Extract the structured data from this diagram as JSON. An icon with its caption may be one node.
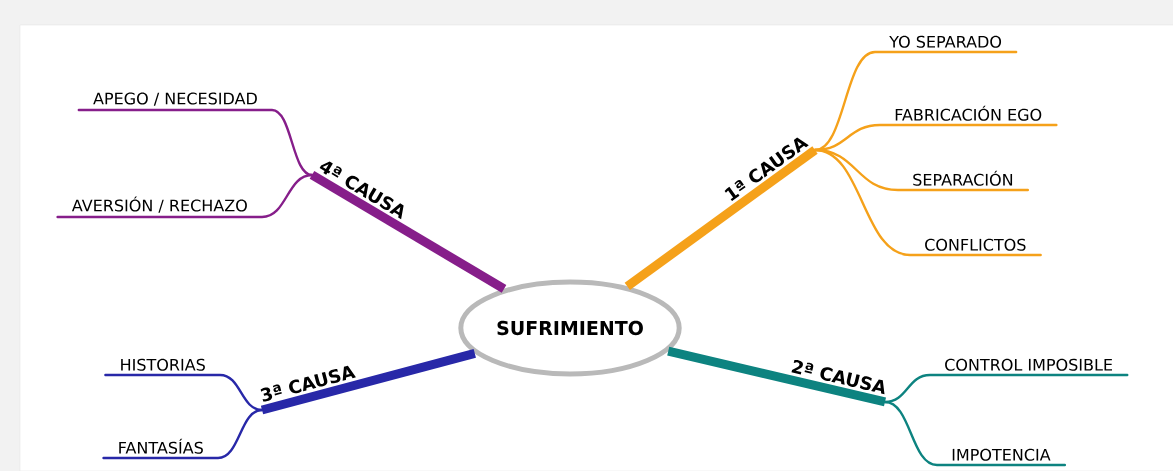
{
  "diagram": {
    "nodes": [
      {
        "text": [
          "SUFRIMIENTO"
        ]
      },
      {
        "text": [
          "4ª CAUSA"
        ]
      },
      {
        "text": [
          "APEGO / NECESIDAD"
        ]
      },
      {
        "text": [
          "AVERSIÓN / RECHAZO"
        ]
      },
      {
        "text": [
          "1ª CAUSA"
        ]
      },
      {
        "text": [
          "YO SEPARADO"
        ]
      },
      {
        "text": [
          "FABRICACIÓN EGO"
        ]
      },
      {
        "text": [
          "SEPARACIÓN"
        ]
      },
      {
        "text": [
          "CONFLICTOS"
        ]
      },
      {
        "text": [
          "3ª CAUSA"
        ]
      },
      {
        "text": [
          "HISTORIAS"
        ]
      },
      {
        "text": [
          "FANTASÍAS"
        ]
      },
      {
        "text": [
          "2ª CAUSA"
        ]
      },
      {
        "text": [
          "CONTROL IMPOSIBLE"
        ]
      },
      {
        "text": [
          "IMPOTENCIA"
        ]
      }
    ],
    "edges": [
      {
        "from": 0,
        "to": 1,
        "arrow": "none",
        "style": "thick",
        "color": "#861e8a"
      },
      {
        "from": 1,
        "to": 2,
        "arrow": "none",
        "color": "#861e8a"
      },
      {
        "from": 1,
        "to": 3,
        "arrow": "none",
        "color": "#861e8a"
      },
      {
        "from": 0,
        "to": 4,
        "arrow": "none",
        "style": "thick",
        "color": "#f5a11a"
      },
      {
        "from": 4,
        "to": 5,
        "arrow": "none",
        "color": "#f5a11a"
      },
      {
        "from": 4,
        "to": 6,
        "arrow": "none",
        "color": "#f5a11a"
      },
      {
        "from": 4,
        "to": 7,
        "arrow": "none",
        "color": "#f5a11a"
      },
      {
        "from": 4,
        "to": 8,
        "arrow": "none",
        "color": "#f5a11a"
      },
      {
        "from": 0,
        "to": 9,
        "arrow": "none",
        "style": "thick",
        "color": "#2828a8"
      },
      {
        "from": 9,
        "to": 10,
        "arrow": "none",
        "color": "#2828a8"
      },
      {
        "from": 9,
        "to": 11,
        "arrow": "none",
        "color": "#2828a8"
      },
      {
        "from": 0,
        "to": 12,
        "arrow": "none",
        "style": "thick",
        "color": "#0d8380"
      },
      {
        "from": 12,
        "to": 13,
        "arrow": "none",
        "color": "#0d8380"
      },
      {
        "from": 12,
        "to": 14,
        "arrow": "none",
        "color": "#0d8380"
      }
    ]
  }
}
